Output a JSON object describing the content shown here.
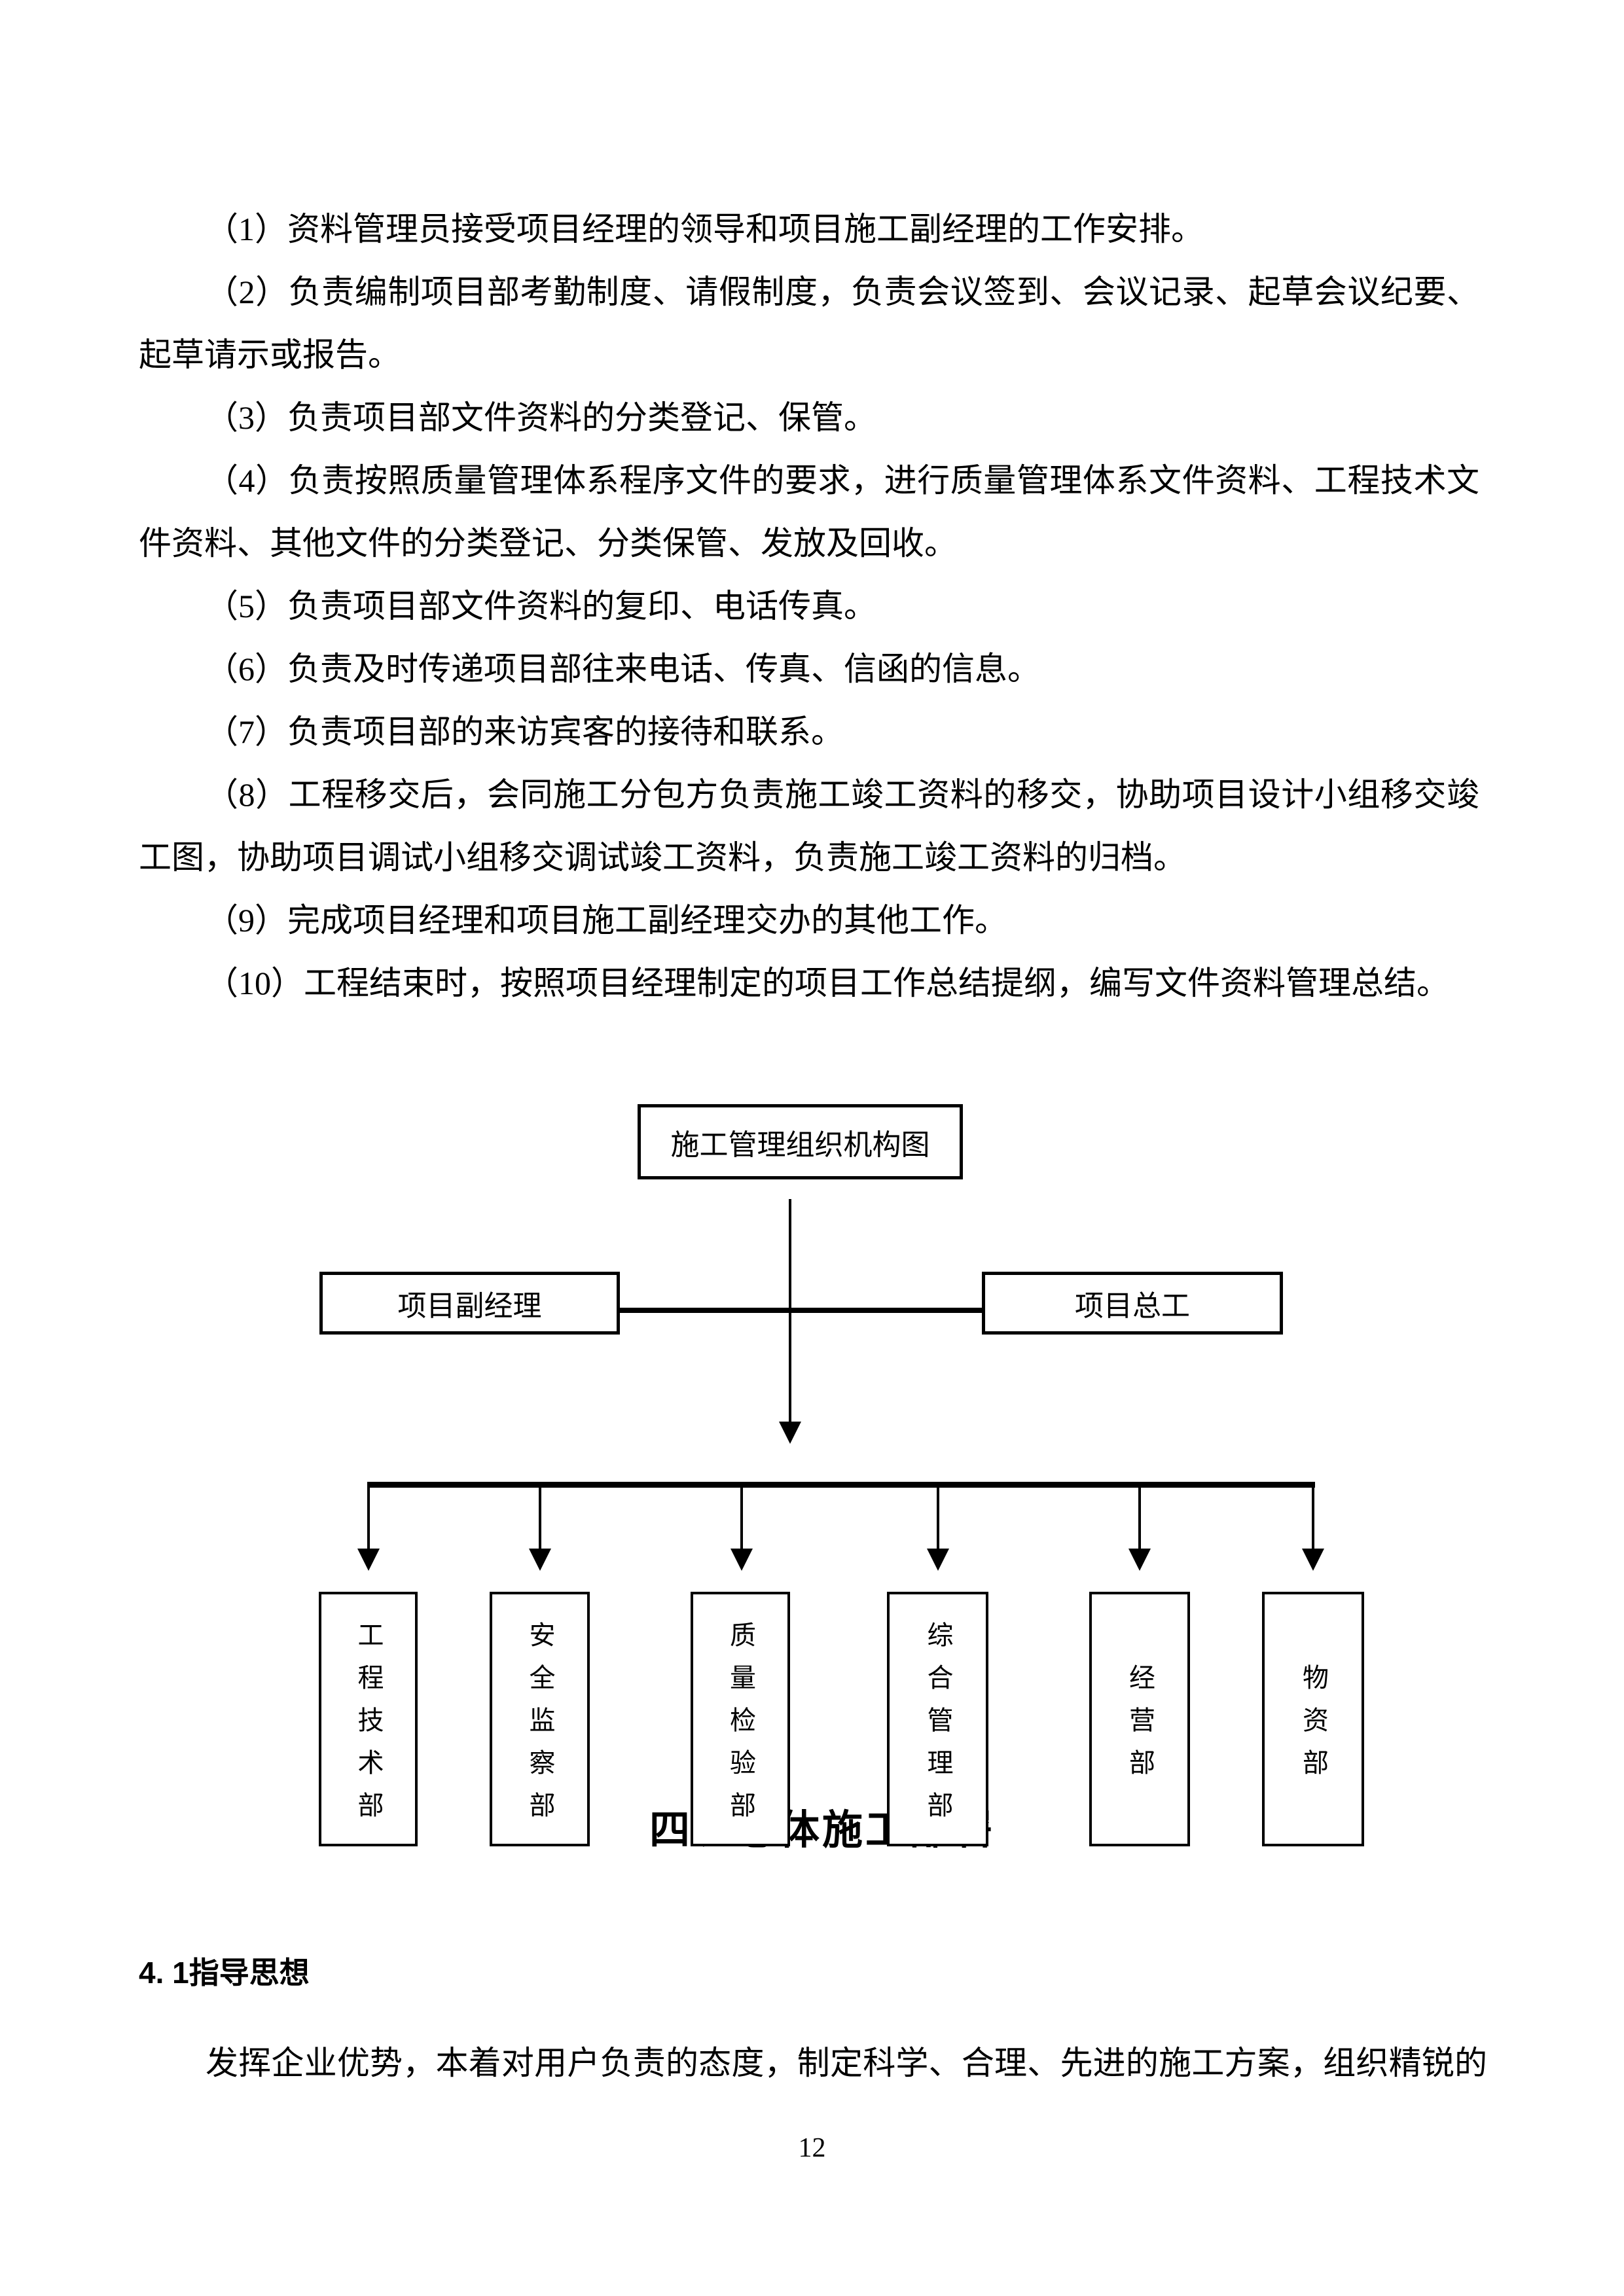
{
  "document": {
    "body_lines": [
      {
        "text": "（1）资料管理员接受项目经理的领导和项目施工副经理的工作安排。"
      },
      {
        "text": "（2）负责编制项目部考勤制度、请假制度，负责会议签到、会议记录、起草会议纪要、"
      },
      {
        "text": "起草请示或报告。"
      },
      {
        "text": "（3）负责项目部文件资料的分类登记、保管。"
      },
      {
        "text": "（4）负责按照质量管理体系程序文件的要求，进行质量管理体系文件资料、工程技术文"
      },
      {
        "text": "件资料、其他文件的分类登记、分类保管、发放及回收。"
      },
      {
        "text": "（5）负责项目部文件资料的复印、电话传真。"
      },
      {
        "text": "（6）负责及时传递项目部往来电话、传真、信函的信息。"
      },
      {
        "text": "（7）负责项目部的来访宾客的接待和联系。"
      },
      {
        "text": "（8）工程移交后，会同施工分包方负责施工竣工资料的移交，协助项目设计小组移交竣"
      },
      {
        "text": "工图，协助项目调试小组移交调试竣工资料，负责施工竣工资料的归档。"
      },
      {
        "text": "（9）完成项目经理和项目施工副经理交办的其他工作。"
      },
      {
        "text": "（10）工程结束时，按照项目经理制定的项目工作总结提纲，编写文件资料管理总结。"
      }
    ],
    "section_heading": "四、总体施工部署",
    "sub_heading": "4. 1指导思想",
    "lead_paragraph": "发挥企业优势，本着对用户负责的态度，制定科学、合理、先进的施工方案，组织精锐的",
    "page_number": "12"
  },
  "org_chart": {
    "title_box": "施工管理组织机构图",
    "level2_left": "项目副经理",
    "level2_right": "项目总工",
    "departments": [
      "工程技术部",
      "安全监察部",
      "质量检验部",
      "综合管理部",
      "经营部",
      "物资部"
    ]
  },
  "colors": {
    "text": "#000000",
    "background": "#ffffff",
    "line": "#000000"
  }
}
